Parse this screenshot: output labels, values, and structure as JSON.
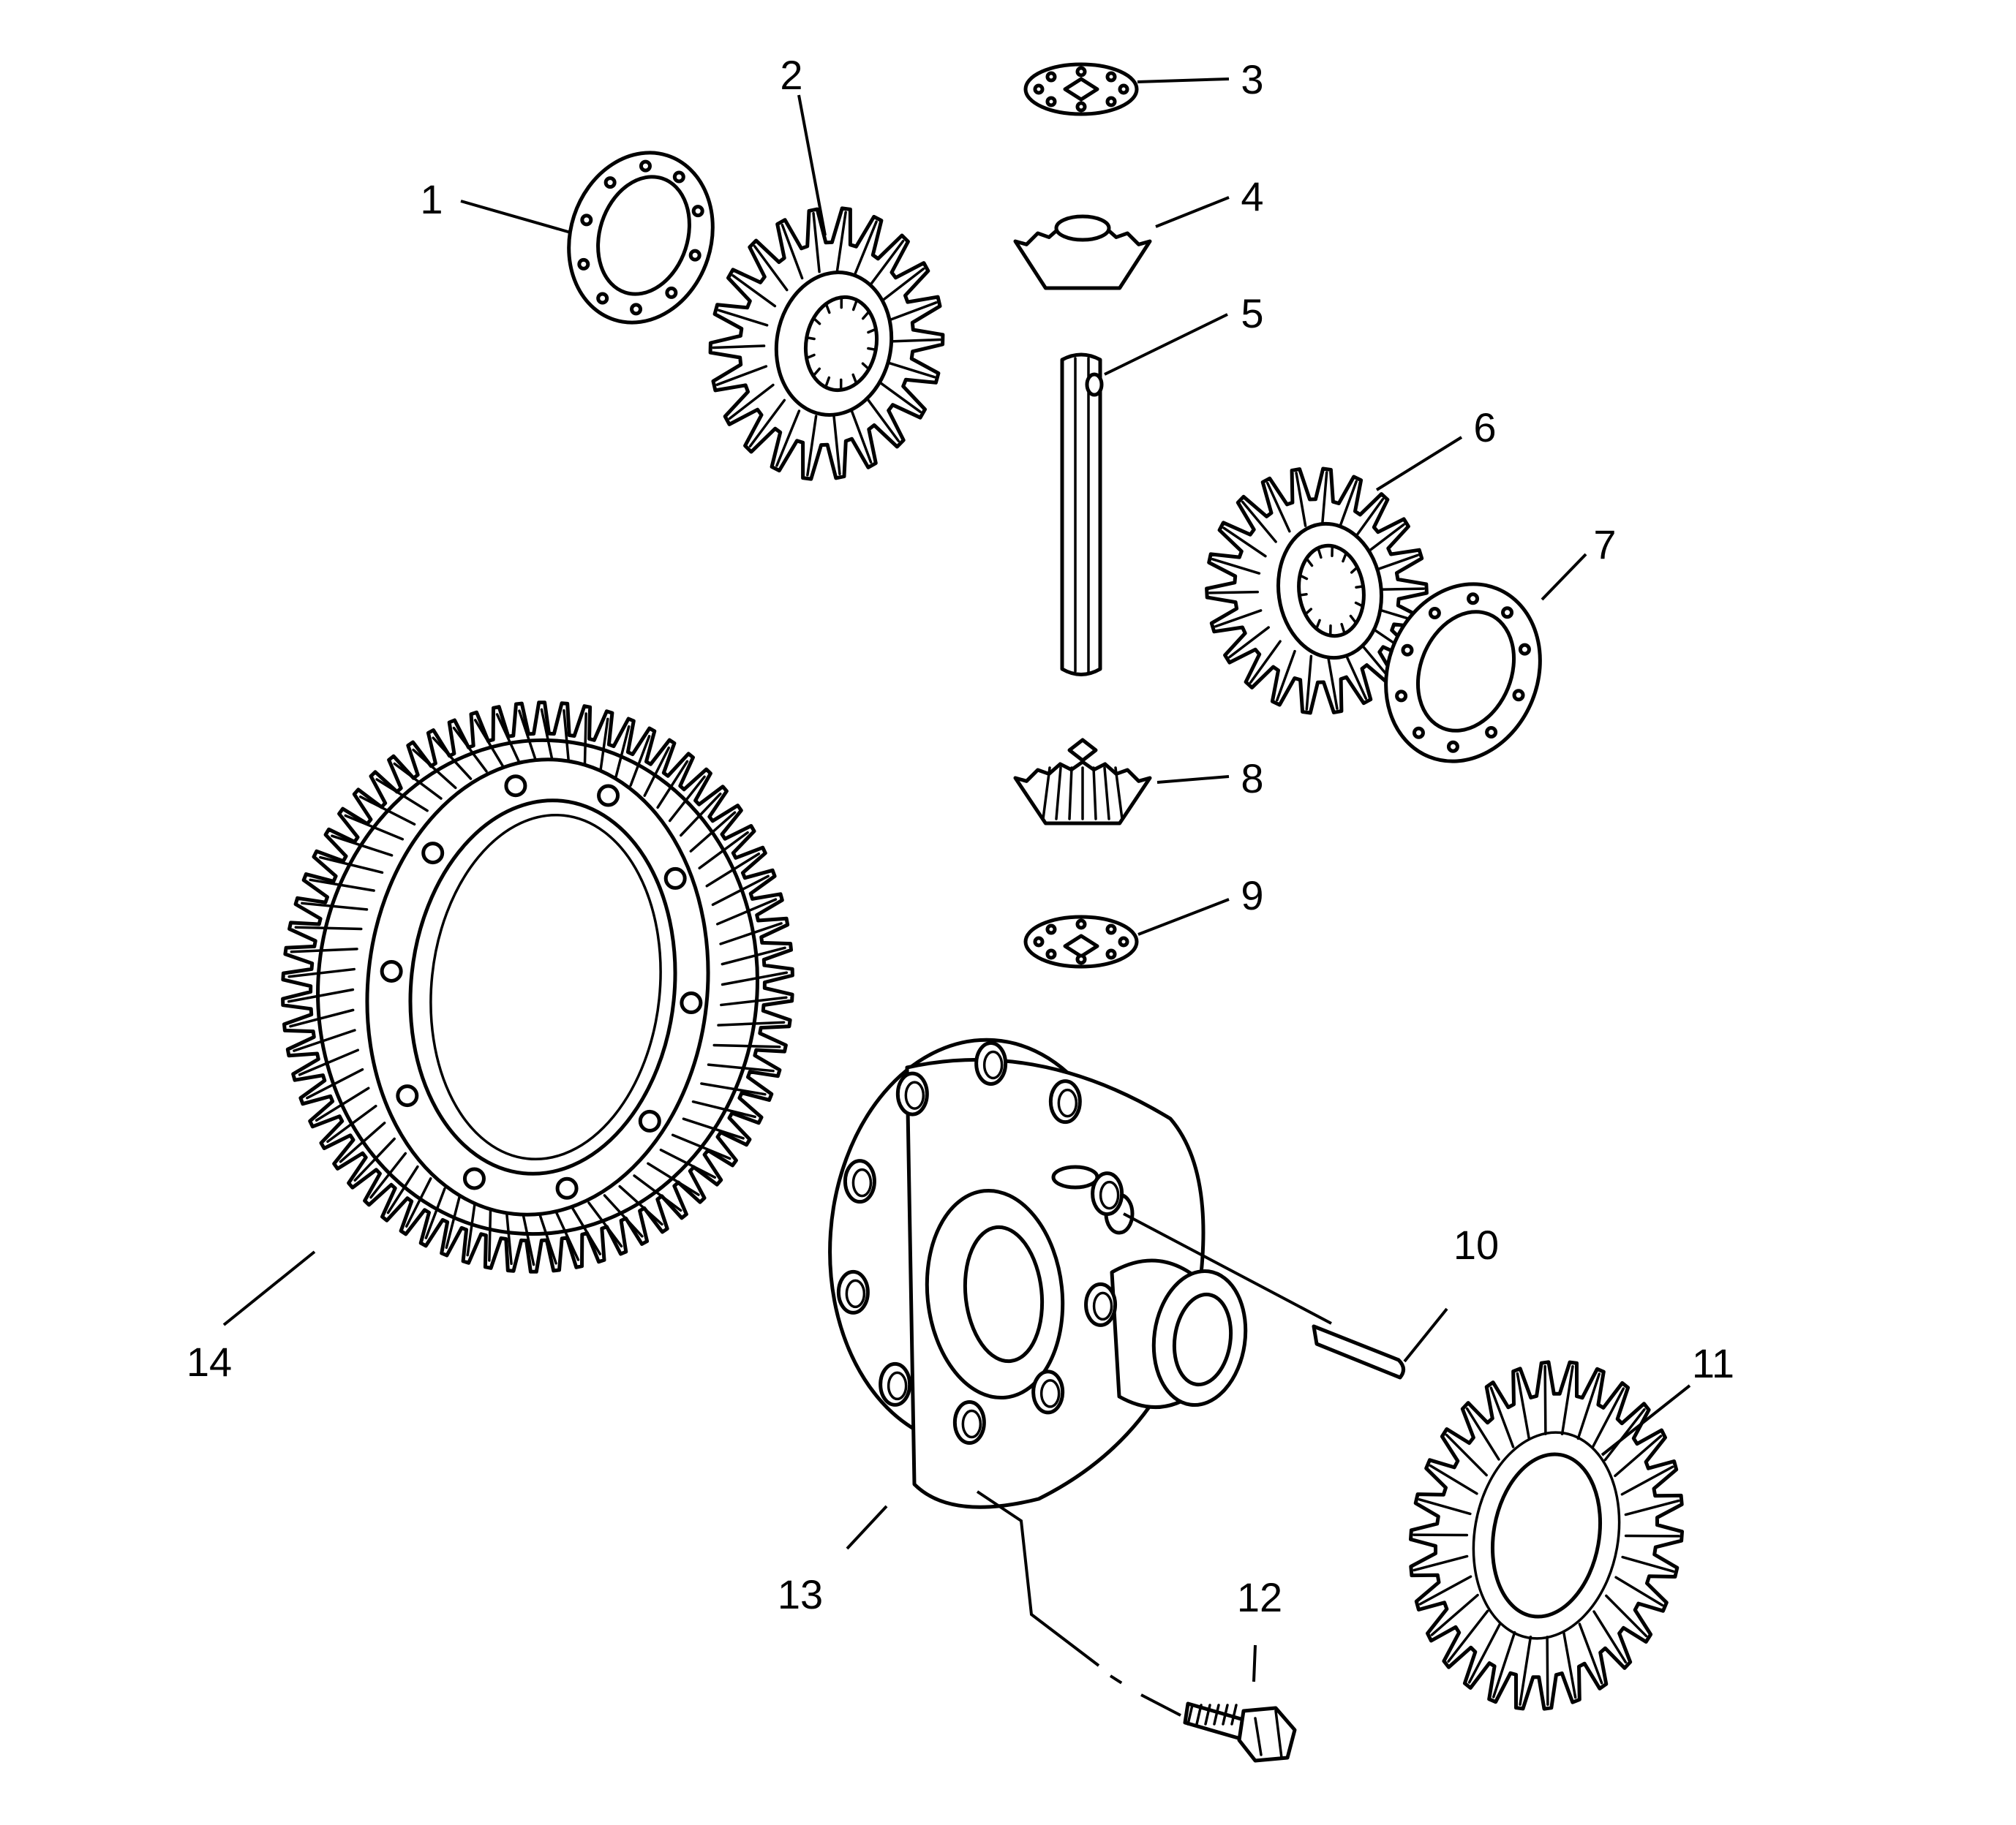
{
  "diagram": {
    "callouts": [
      {
        "id": 1,
        "label": "1"
      },
      {
        "id": 2,
        "label": "2"
      },
      {
        "id": 3,
        "label": "3"
      },
      {
        "id": 4,
        "label": "4"
      },
      {
        "id": 5,
        "label": "5"
      },
      {
        "id": 6,
        "label": "6"
      },
      {
        "id": 7,
        "label": "7"
      },
      {
        "id": 8,
        "label": "8"
      },
      {
        "id": 9,
        "label": "9"
      },
      {
        "id": 10,
        "label": "10"
      },
      {
        "id": 11,
        "label": "11"
      },
      {
        "id": 12,
        "label": "12"
      },
      {
        "id": 13,
        "label": "13"
      },
      {
        "id": 14,
        "label": "14"
      }
    ],
    "line_color": "#000000",
    "background": "#ffffff"
  }
}
